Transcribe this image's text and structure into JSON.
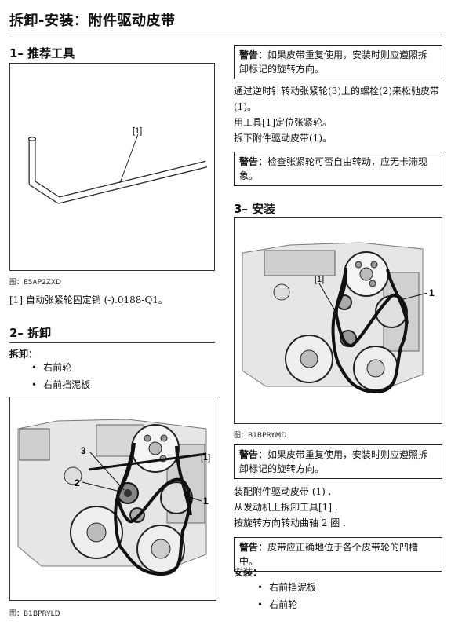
{
  "page": {
    "title": "拆卸-安装：附件驱动皮带"
  },
  "section1": {
    "heading": "1– 推荐工具",
    "figure_label": "[1]",
    "figure_caption": "图：E5AP2ZXD",
    "tool_text": "[1] 自动张紧轮固定销 (-).0188-Q1。"
  },
  "section2": {
    "heading": "2– 拆卸",
    "subhead": "拆卸：",
    "items": [
      "右前轮",
      "右前挡泥板"
    ],
    "figure_labels": [
      "3",
      "2",
      "[1]",
      "1"
    ],
    "figure_caption": "图：B1BPRYLD"
  },
  "right_top": {
    "warning1_prefix": "警告：",
    "warning1_text": "如果皮带重复使用，安装时则应遵照拆卸标记的旋转方向。",
    "para1": "通过逆时针转动张紧轮(3)上的螺栓(2)来松驰皮带(1)。",
    "para2": "用工具[1]定位张紧轮。",
    "para3": "拆下附件驱动皮带(1)。",
    "warning2_prefix": "警告：",
    "warning2_text": "检查张紧轮可否自由转动，应无卡滞现象。"
  },
  "section3": {
    "heading": "3– 安装",
    "figure_labels": [
      "[1]",
      "1"
    ],
    "figure_caption": "图：B1BPRYMD",
    "warning3_prefix": "警告：",
    "warning3_text": "如果皮带重复使用，安装时则应遵照拆卸标记的旋转方向。",
    "para1": "装配附件驱动皮带 (1) .",
    "para2": "从发动机上拆卸工具[1] .",
    "para3": "按旋转方向转动曲轴 2 圈 .",
    "warning4_prefix": "警告：",
    "warning4_text": "皮带应正确地位于各个皮带轮的凹槽中。",
    "subhead": "安装：",
    "items": [
      "右前挡泥板",
      "右前轮"
    ]
  }
}
